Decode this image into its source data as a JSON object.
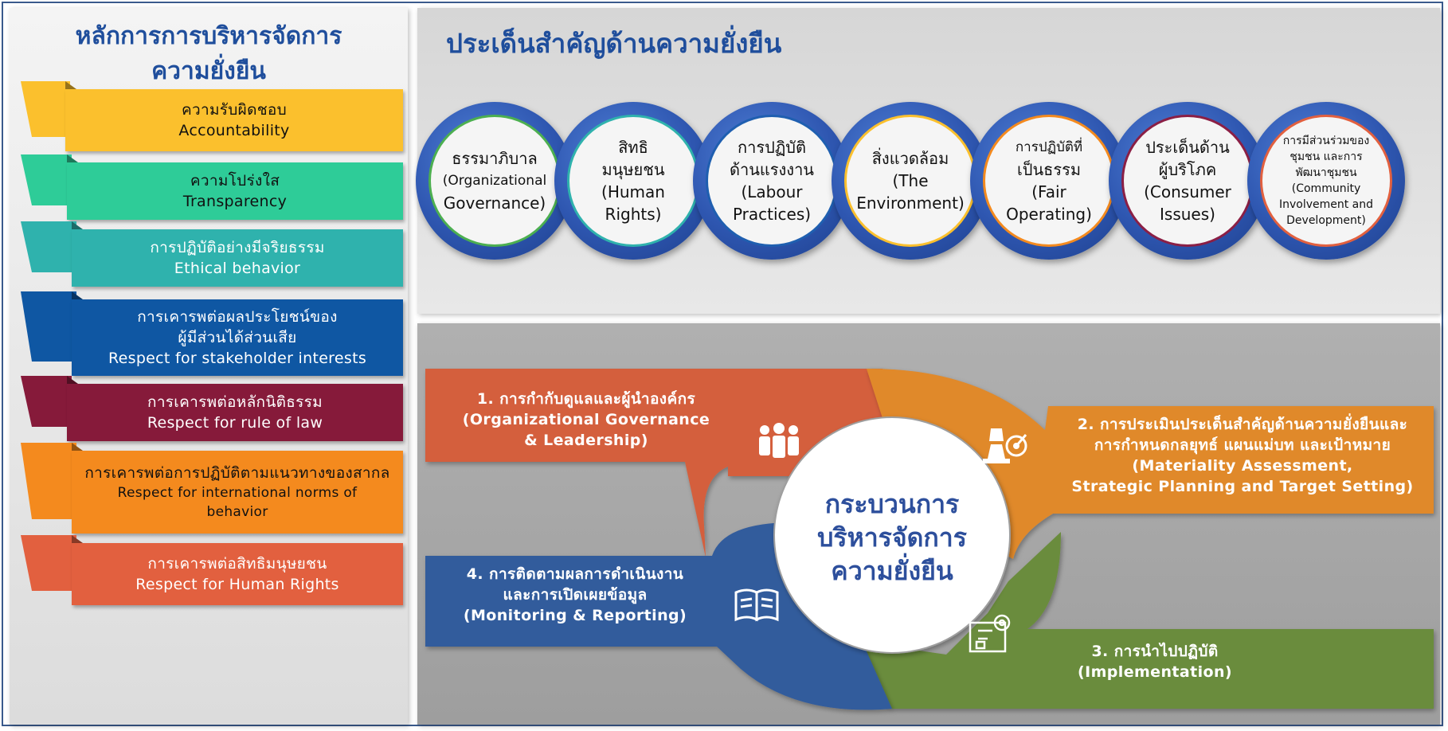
{
  "left": {
    "title_line1": "หลักการการบริหารจัดการ",
    "title_line2": "ความยั่งยืน",
    "principles": [
      {
        "lines": [
          "ความรับผิดชอบ",
          "Accountability"
        ],
        "color": "#fbc02d"
      },
      {
        "lines": [
          "ความโปร่งใส",
          "Transparency"
        ],
        "color": "#2ecc98"
      },
      {
        "lines": [
          "การปฏิบัติอย่างมีจริยธรรม",
          "Ethical behavior"
        ],
        "color": "#2fb2ad"
      },
      {
        "lines": [
          "การเคารพต่อผลประโยชน์ของ",
          "ผู้มีส่วนได้ส่วนเสีย",
          "Respect for stakeholder interests"
        ],
        "color": "#0f57a3"
      },
      {
        "lines": [
          "การเคารพต่อหลักนิติธรรม",
          "Respect for rule of law"
        ],
        "color": "#861a3a"
      },
      {
        "lines": [
          "การเคารพต่อการปฏิบัติตามแนวทางของสากล",
          "Respect for international norms of",
          "behavior"
        ],
        "color": "#f48a1e"
      },
      {
        "lines": [
          "การเคารพต่อสิทธิมนุษยชน",
          "Respect for Human Rights"
        ],
        "color": "#e2603f"
      }
    ]
  },
  "issues": {
    "title": "ประเด็นสำคัญด้านความยั่งยืน",
    "items": [
      {
        "lines": [
          "ธรรมาภิบาล",
          "(Organizational",
          "Governance)"
        ],
        "ring": "#4caf50"
      },
      {
        "lines": [
          "สิทธิ",
          "มนุษยชน",
          "(Human",
          "Rights)"
        ],
        "ring": "#2fb2ad"
      },
      {
        "lines": [
          "การปฏิบัติ",
          "ด้านแรงงาน",
          "(Labour",
          "Practices)"
        ],
        "ring": "#1f5fb0"
      },
      {
        "lines": [
          "สิ่งแวดล้อม",
          "(The",
          "Environment)"
        ],
        "ring": "#fbc02d"
      },
      {
        "lines": [
          "การปฏิบัติที่",
          "เป็นธรรม",
          "(Fair",
          "Operating)"
        ],
        "ring": "#f48a1e"
      },
      {
        "lines": [
          "ประเด็นด้าน",
          "ผู้บริโภค",
          "(Consumer",
          "Issues)"
        ],
        "ring": "#8b1f45"
      },
      {
        "lines": [
          "การมีส่วนร่วมของ",
          "ชุมชน และการ",
          "พัฒนาชุมชน",
          "(Community",
          "Involvement and",
          "Development)"
        ],
        "ring": "#e2603f"
      }
    ]
  },
  "process": {
    "center_lines": [
      "กระบวนการ",
      "บริหารจัดการ",
      "ความยั่งยืน"
    ],
    "steps": [
      {
        "lines": [
          "1. การกำกับดูแลและผู้นำองค์กร",
          "(Organizational Governance",
          "& Leadership)"
        ],
        "color": "#d45f3c",
        "icon": "people-icon"
      },
      {
        "lines": [
          "2. การประเมินประเด็นสำคัญด้านความยั่งยืนและ",
          "การกำหนดกลยุทธ์ แผนแม่บท และเป้าหมาย",
          "(Materiality Assessment,",
          "Strategic Planning and Target Setting)"
        ],
        "color": "#e0892b",
        "icon": "chess-target-icon"
      },
      {
        "lines": [
          "3. การนำไปปฏิบัติ",
          "(Implementation)"
        ],
        "color": "#6b8c3d",
        "icon": "blueprint-gear-icon"
      },
      {
        "lines": [
          "4. การติดตามผลการดำเนินงาน",
          "และการเปิดเผยข้อมูล",
          "(Monitoring & Reporting)"
        ],
        "color": "#335b9c",
        "icon": "open-book-icon"
      }
    ]
  }
}
